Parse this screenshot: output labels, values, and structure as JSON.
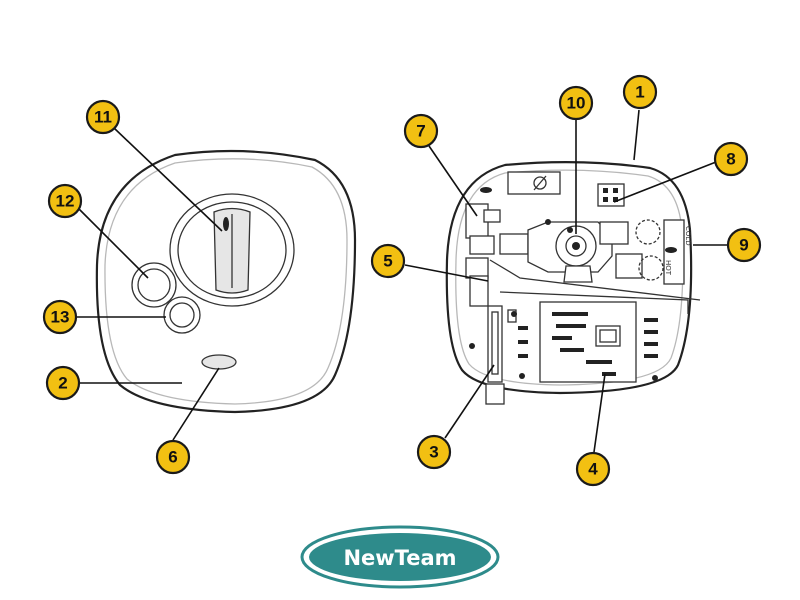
{
  "brand": {
    "name": "NewTeam",
    "badge_fill": "#2e8b8b",
    "badge_ring": "#2e8b8b"
  },
  "port_labels": {
    "cold": "COLD",
    "hot": "HOT"
  },
  "callout_style": {
    "fill": "#f2c012",
    "stroke": "#1a1a1a"
  },
  "callouts": [
    {
      "number": "1",
      "target": "backplate-outline"
    },
    {
      "number": "2",
      "target": "front-cover"
    },
    {
      "number": "3",
      "target": "outlet-pipe-assembly"
    },
    {
      "number": "4",
      "target": "heater-tank-unit"
    },
    {
      "number": "5",
      "target": "solenoid-valve"
    },
    {
      "number": "6",
      "target": "indicator-window"
    },
    {
      "number": "7",
      "target": "pressure-relief-device"
    },
    {
      "number": "8",
      "target": "terminal-block"
    },
    {
      "number": "9",
      "target": "inlet-connection"
    },
    {
      "number": "10",
      "target": "flow-valve-assembly"
    },
    {
      "number": "11",
      "target": "temperature-control-knob"
    },
    {
      "number": "12",
      "target": "power-button"
    },
    {
      "number": "13",
      "target": "indicator-button"
    }
  ]
}
